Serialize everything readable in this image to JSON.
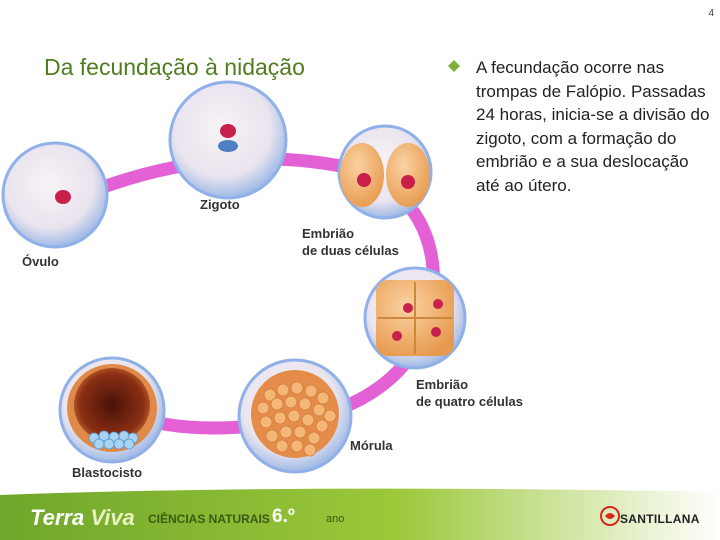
{
  "slide": {
    "page_number": "4",
    "title": "Da fecundação à nidação",
    "bullet": "A fecundação ocorre nas trompas de Falópio. Passadas 24 horas, inicia-se a divisão do zigoto, com a formação do embrião e a sua deslocação até ao útero."
  },
  "diagram": {
    "labels": {
      "ovulo": "Óvulo",
      "zigoto": "Zigoto",
      "duas_line1": "Embrião",
      "duas_line2": "de duas células",
      "quatro_line1": "Embrião",
      "quatro_line2": "de quatro células",
      "morula": "Mórula",
      "blastocisto": "Blastocisto"
    }
  },
  "footer": {
    "brand_terra": "Terra",
    "brand_viva": "Viva",
    "subject": "CIÊNCIAS NATURAIS",
    "grade": "6.º",
    "grade_unit": "ano",
    "publisher": "SANTILLANA"
  },
  "colors": {
    "title_green": "#4f7d1f",
    "cycle_magenta": "#e04fd0",
    "footer_green": "#8cbf2f"
  }
}
